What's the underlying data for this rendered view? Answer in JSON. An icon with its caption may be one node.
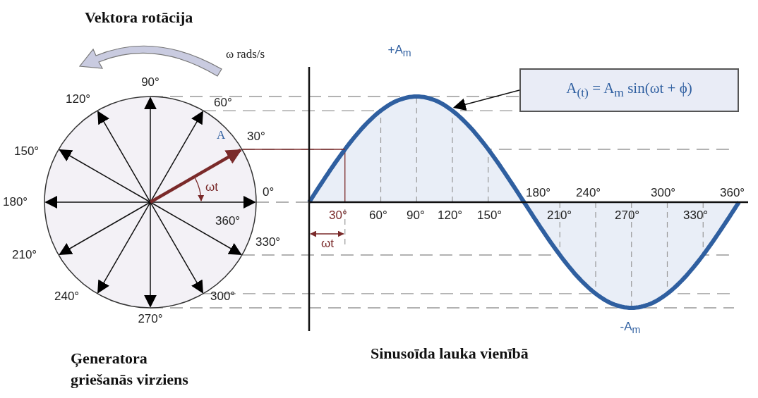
{
  "diagram": {
    "title": "Vektora rotācija",
    "nodes": [
      {
        "text": [
          "A$_{(t)}$ = A$_{m}$ sin(ωt + ϕ)"
        ]
      },
      {
        "text": [],
        "shape": "picture"
      }
    ],
    "edges": [
      {
        "from": 0,
        "to": 1,
        "arrow": "to"
      }
    ],
    "labels": [
      "ω rads/s",
      "90°",
      "120°",
      "60°",
      "+A$_{m}$",
      "A",
      "30°",
      "150°",
      "ωt",
      "0°",
      "180°",
      "180°",
      "240°",
      "300°",
      "360°",
      "360°",
      "30°",
      "60°",
      "90°",
      "120°",
      "150°",
      "210°",
      "270°",
      "330°",
      "330°",
      "ωt",
      "210°",
      "240°",
      "300°",
      "270°",
      "-A$_{m}$",
      "Ģeneratora griešanās virziens",
      "Sinusoīda lauka vienībā"
    ]
  }
}
